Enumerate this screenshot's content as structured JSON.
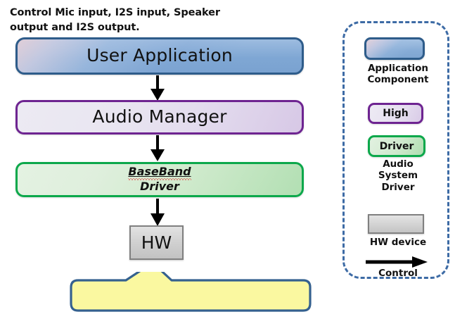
{
  "diagram": {
    "title": "Audio system architecture block diagram",
    "flow_boxes": [
      {
        "id": "user-application",
        "label": "User Application",
        "type": "application-component"
      },
      {
        "id": "audio-manager",
        "label": "Audio Manager",
        "type": "high"
      },
      {
        "id": "baseband-driver",
        "label_line1": "BaseBand",
        "label_line2": "Driver",
        "type": "driver"
      },
      {
        "id": "hw",
        "label": "HW",
        "type": "hw-device"
      }
    ],
    "callout": {
      "text": "Control Mic input, I2S input, Speaker output and I2S output."
    },
    "arrows": [
      {
        "from": "user-application",
        "to": "audio-manager",
        "kind": "control"
      },
      {
        "from": "audio-manager",
        "to": "baseband-driver",
        "kind": "control"
      },
      {
        "from": "baseband-driver",
        "to": "hw",
        "kind": "control"
      }
    ]
  },
  "legend": {
    "entries": [
      {
        "id": "application",
        "swatch": "blue-rounded",
        "caption": "Application\nComponent"
      },
      {
        "id": "high",
        "swatch": "purple-rounded",
        "swatch_label": "High",
        "caption": ""
      },
      {
        "id": "driver",
        "swatch": "green-rounded",
        "swatch_label": "Driver",
        "caption": "Audio\nSystem\nDriver"
      },
      {
        "id": "hw",
        "swatch": "gray-rect",
        "caption": "HW device"
      },
      {
        "id": "control",
        "swatch": "arrow",
        "caption": "Control"
      }
    ]
  },
  "colors": {
    "application_border": "#2E5C8A",
    "application_fill": "#7FA7D4",
    "high_border": "#6E2491",
    "high_fill": "#E5DEEF",
    "driver_border": "#0CA84B",
    "driver_fill": "#CFE9CD",
    "hw_border": "#808080",
    "hw_fill": "#D2D2D2",
    "callout_fill": "#FAF8A0",
    "callout_border": "#35618F",
    "legend_border": "#3D6BA5",
    "arrow": "#000000",
    "spellcheck_underline": "#E03030"
  }
}
